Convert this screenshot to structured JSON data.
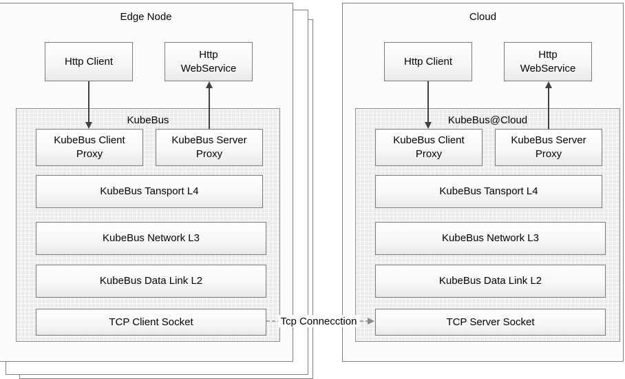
{
  "edge": {
    "title": "Edge Node",
    "http_client": "Http Client",
    "http_webservice": "Http\nWebService",
    "bus_title": "KubeBus",
    "client_proxy": "KubeBus Client\nProxy",
    "server_proxy": "KubeBus Server\nProxy",
    "transport": "KubeBus Tansport L4",
    "network": "KubeBus Network  L3",
    "datalink": "KubeBus  Data Link  L2",
    "socket": "TCP Client Socket"
  },
  "cloud": {
    "title": "Cloud",
    "http_client": "Http Client",
    "http_webservice": "Http\nWebService",
    "bus_title": "KubeBus@Cloud",
    "client_proxy": "KubeBus Client\nProxy",
    "server_proxy": "KubeBus Server\nProxy",
    "transport": "KubeBus Tansport L4",
    "network": "KubeBus Network  L3",
    "datalink": "KubeBus  Data Link  L2",
    "socket": "TCP Server Socket"
  },
  "connection_label": "Tcp Connecction",
  "colors": {
    "line": "#404040",
    "dashed_line": "#7f7f7f",
    "bus_fill": "#ebebeb",
    "box_border": "#7a7a7a"
  }
}
